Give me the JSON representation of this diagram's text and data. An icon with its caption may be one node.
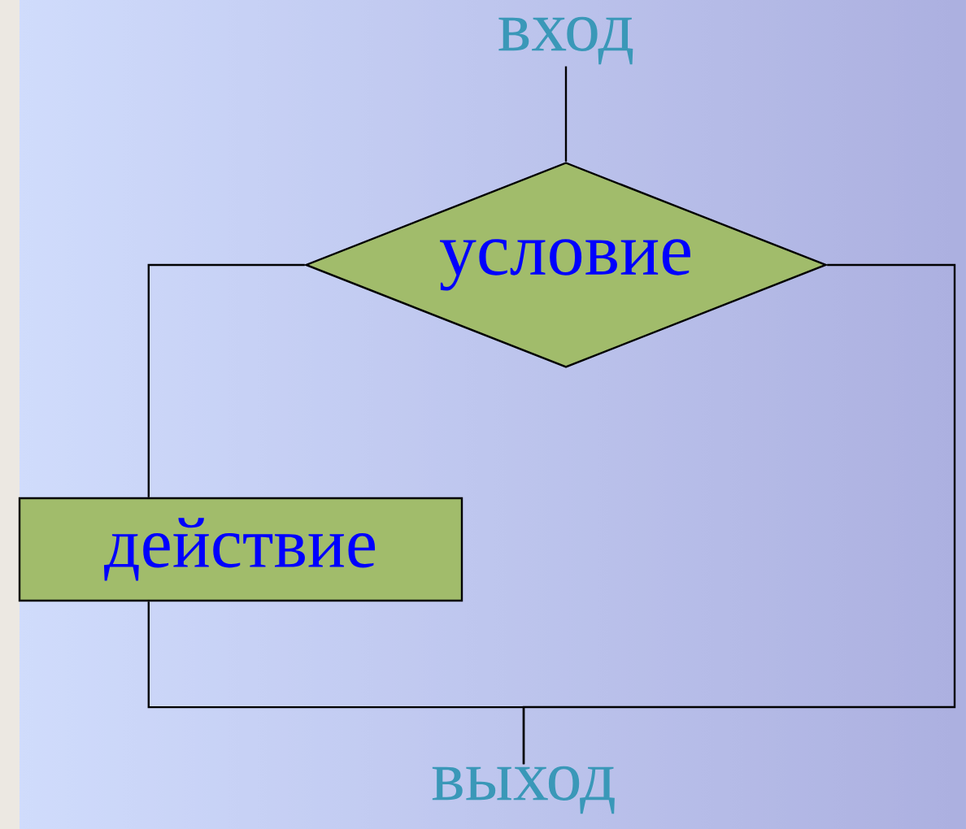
{
  "diagram": {
    "nodes": [
      {
        "text": [
          "вход"
        ]
      },
      {
        "text": [
          "условие"
        ]
      },
      {
        "text": [
          "действие"
        ]
      },
      {
        "text": [
          "выход"
        ]
      }
    ],
    "edges": [
      {
        "from": 0,
        "to": 1,
        "arrow": "none"
      },
      {
        "from": 1,
        "to": 2,
        "arrow": "none"
      },
      {
        "from": 2,
        "to": 3,
        "arrow": "none"
      },
      {
        "from": 1,
        "to": 3,
        "arrow": "none"
      }
    ]
  }
}
